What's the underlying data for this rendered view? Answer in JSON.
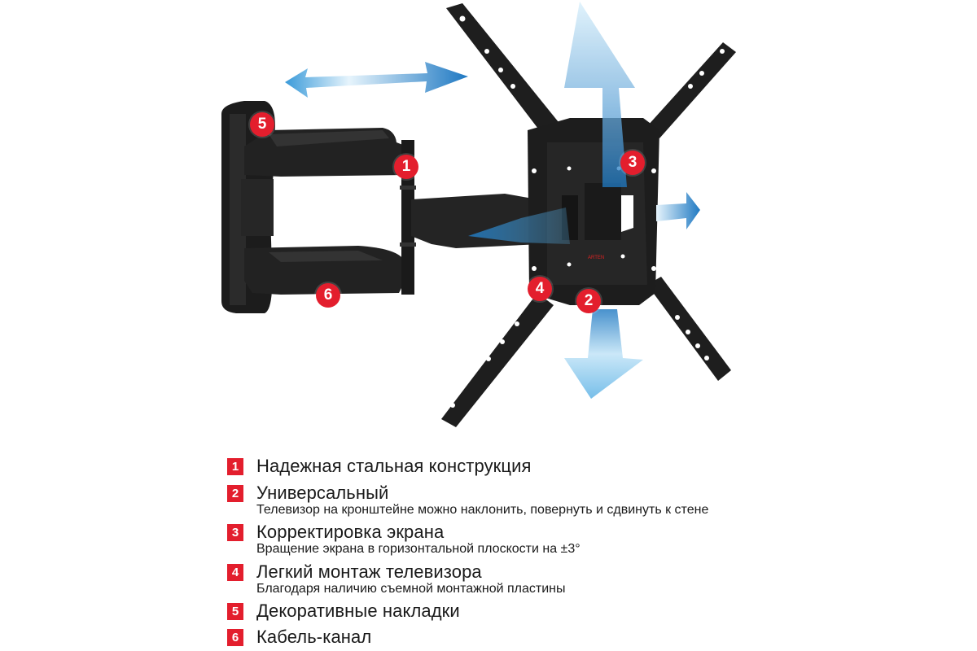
{
  "product": {
    "name": "tv-wall-mount-full-motion",
    "markers": [
      {
        "id": "1",
        "label": "1"
      },
      {
        "id": "2",
        "label": "2"
      },
      {
        "id": "3",
        "label": "3"
      },
      {
        "id": "4",
        "label": "4"
      },
      {
        "id": "5",
        "label": "5"
      },
      {
        "id": "6",
        "label": "6"
      }
    ],
    "arrows": [
      "horizontal-slide-arrow",
      "vertical-tilt-arrow",
      "swivel-arrow"
    ],
    "colors": {
      "accent": "#e31e2d",
      "arrow": "#1f7fc4",
      "metal": "#1e1e1e"
    }
  },
  "features": [
    {
      "num": "1",
      "title": "Надежная стальная конструкция",
      "subtitle": ""
    },
    {
      "num": "2",
      "title": "Универсальный",
      "subtitle": "Телевизор на кронштейне можно наклонить, повернуть и сдвинуть к стене"
    },
    {
      "num": "3",
      "title": "Корректировка экрана",
      "subtitle": "Вращение экрана в горизонтальной плоскости на ±3°"
    },
    {
      "num": "4",
      "title": "Легкий монтаж телевизора",
      "subtitle": "Благодаря наличию съемной монтажной пластины"
    },
    {
      "num": "5",
      "title": "Декоративные накладки",
      "subtitle": ""
    },
    {
      "num": "6",
      "title": "Кабель-канал",
      "subtitle": ""
    }
  ]
}
